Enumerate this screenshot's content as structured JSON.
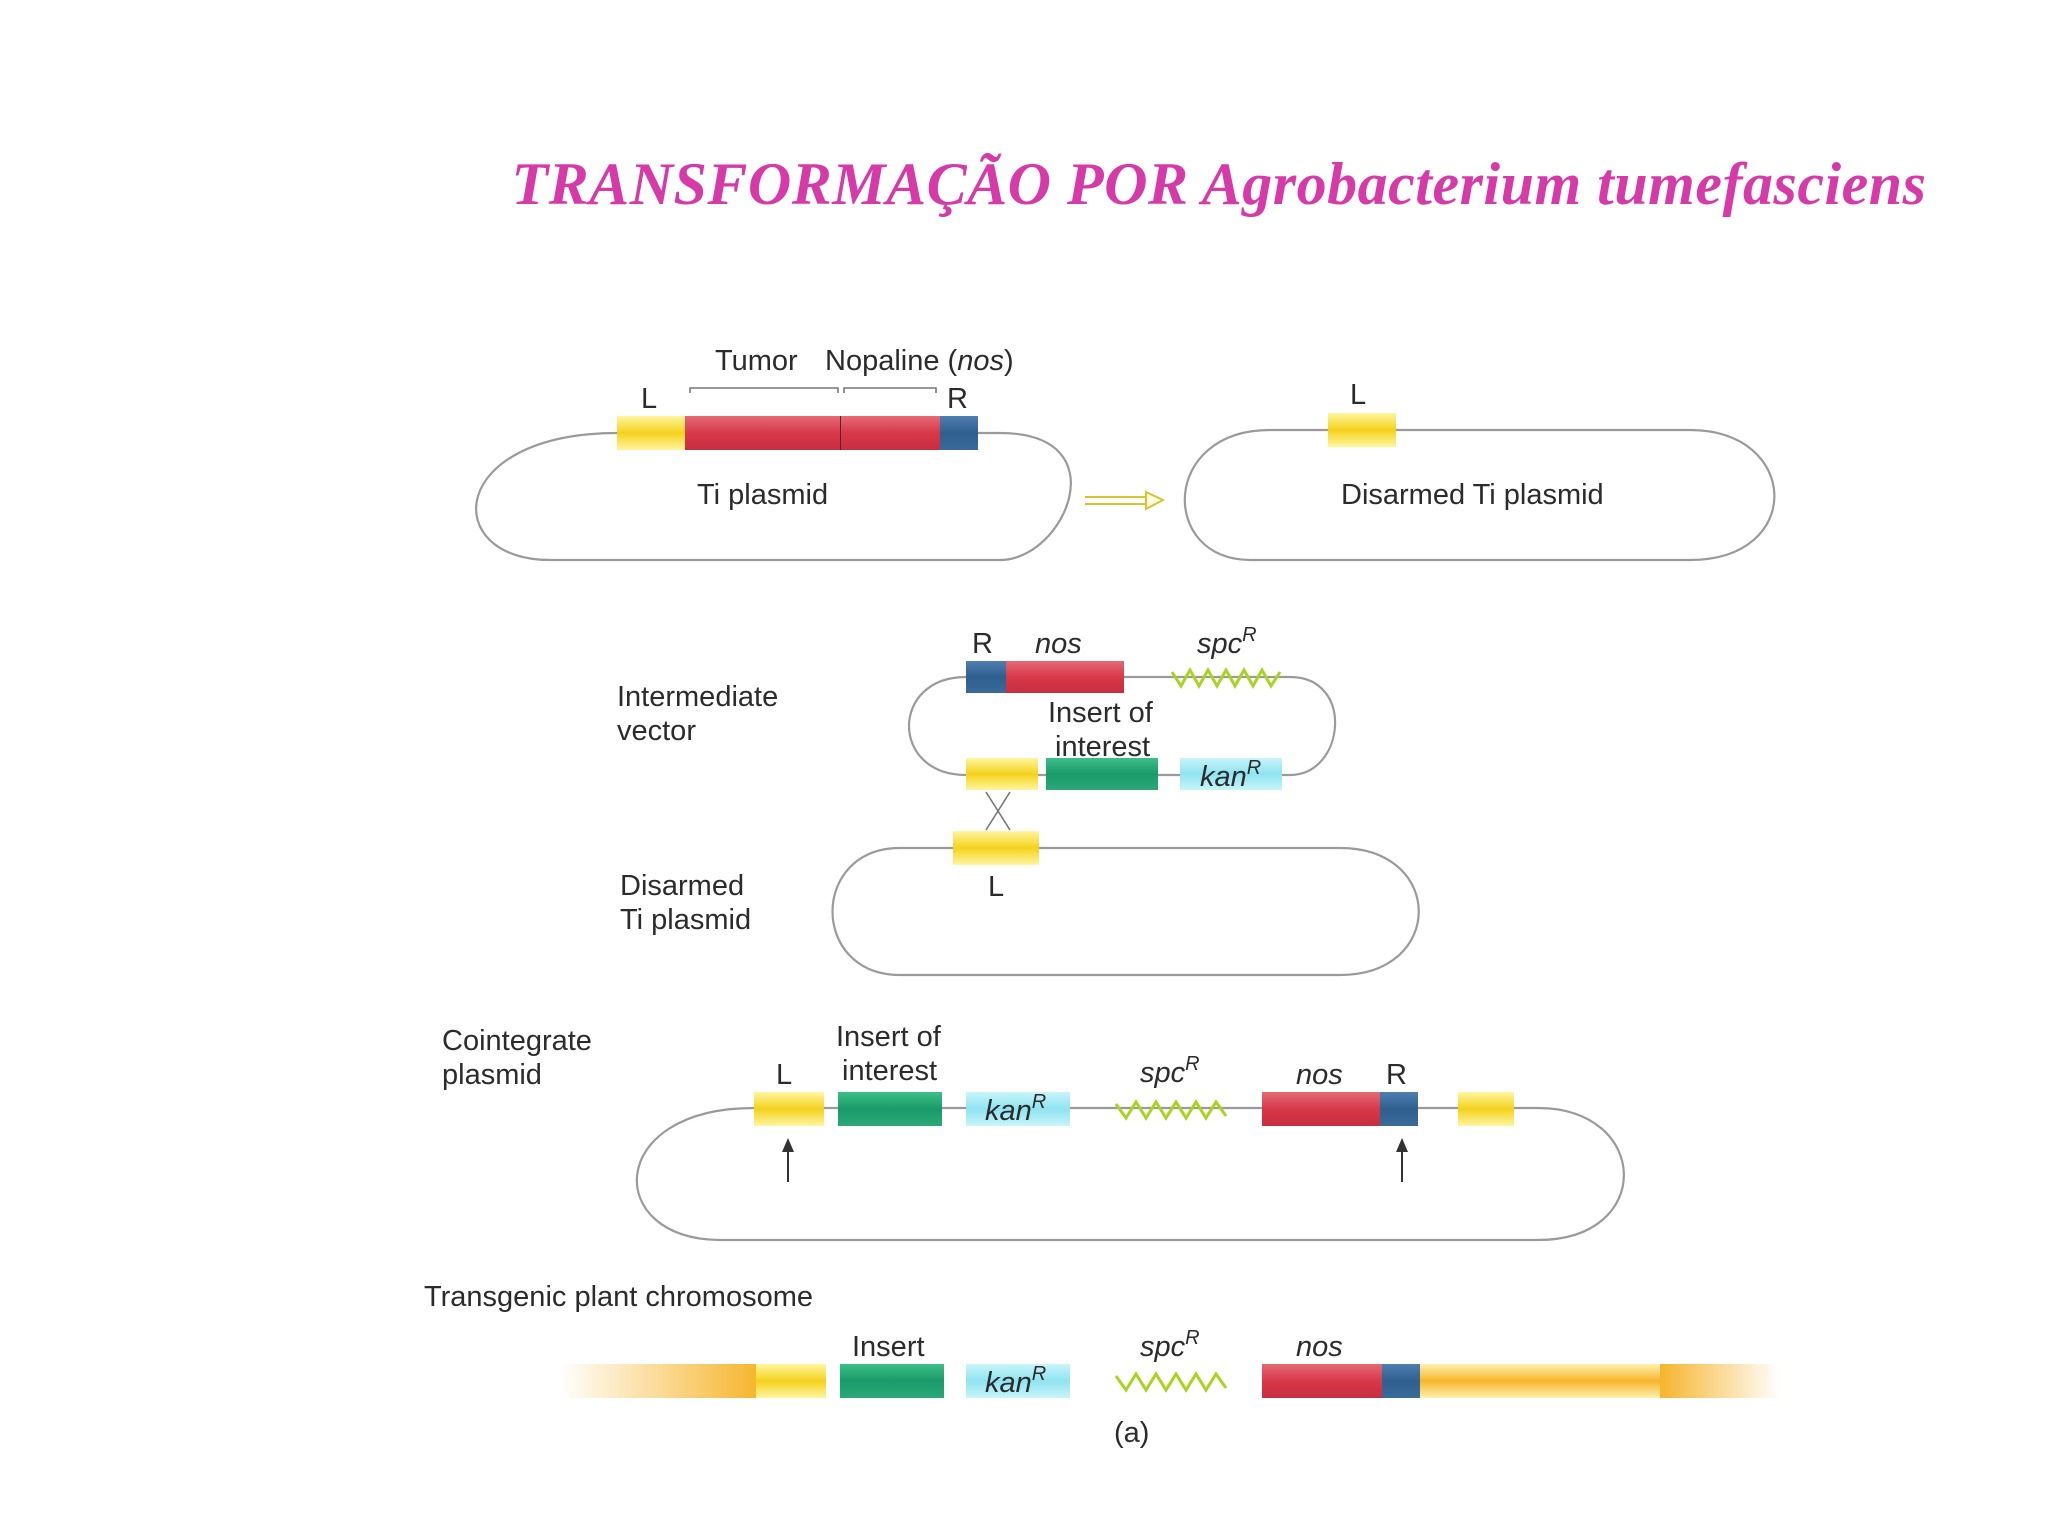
{
  "title": "TRANSFORMAÇÃO POR Agrobacterium tumefasciens",
  "colors": {
    "title": "#d63aa8",
    "yellow_border": "#f4d21c",
    "red_gene": "#d8384a",
    "blue_border": "#2f5f8f",
    "green_insert": "#1a9a6a",
    "cyan_kan": "#8fe4f0",
    "spc_zigzag": "#a8d420",
    "chromosome": "#f6b52c"
  },
  "ti_plasmid": {
    "label": "Ti plasmid",
    "tumor": "Tumor",
    "nopaline": "Nopaline (",
    "nos": "nos",
    "close_paren": ")",
    "left_border": "L",
    "right_border": "R"
  },
  "disarmed_ti_plasmid": {
    "label": "Disarmed Ti plasmid",
    "left_border": "L"
  },
  "intermediate_vector": {
    "label_line1": "Intermediate",
    "label_line2": "vector",
    "right_border": "R",
    "nos": "nos",
    "spc": "spc",
    "kan": "kan",
    "superscript": "R",
    "insert_line1": "Insert of",
    "insert_line2": "interest"
  },
  "disarmed_ti_lower": {
    "label_line1": "Disarmed",
    "label_line2": "Ti plasmid",
    "left_border": "L"
  },
  "cointegrate": {
    "label_line1": "Cointegrate",
    "label_line2": "plasmid",
    "left_border": "L",
    "insert_line1": "Insert of",
    "insert_line2": "interest",
    "kan": "kan",
    "spc": "spc",
    "superscript": "R",
    "nos": "nos",
    "right_border": "R"
  },
  "chromosome": {
    "label": "Transgenic plant chromosome",
    "insert": "Insert",
    "kan": "kan",
    "spc": "spc",
    "superscript": "R",
    "nos": "nos"
  },
  "panel_label": "(a)"
}
